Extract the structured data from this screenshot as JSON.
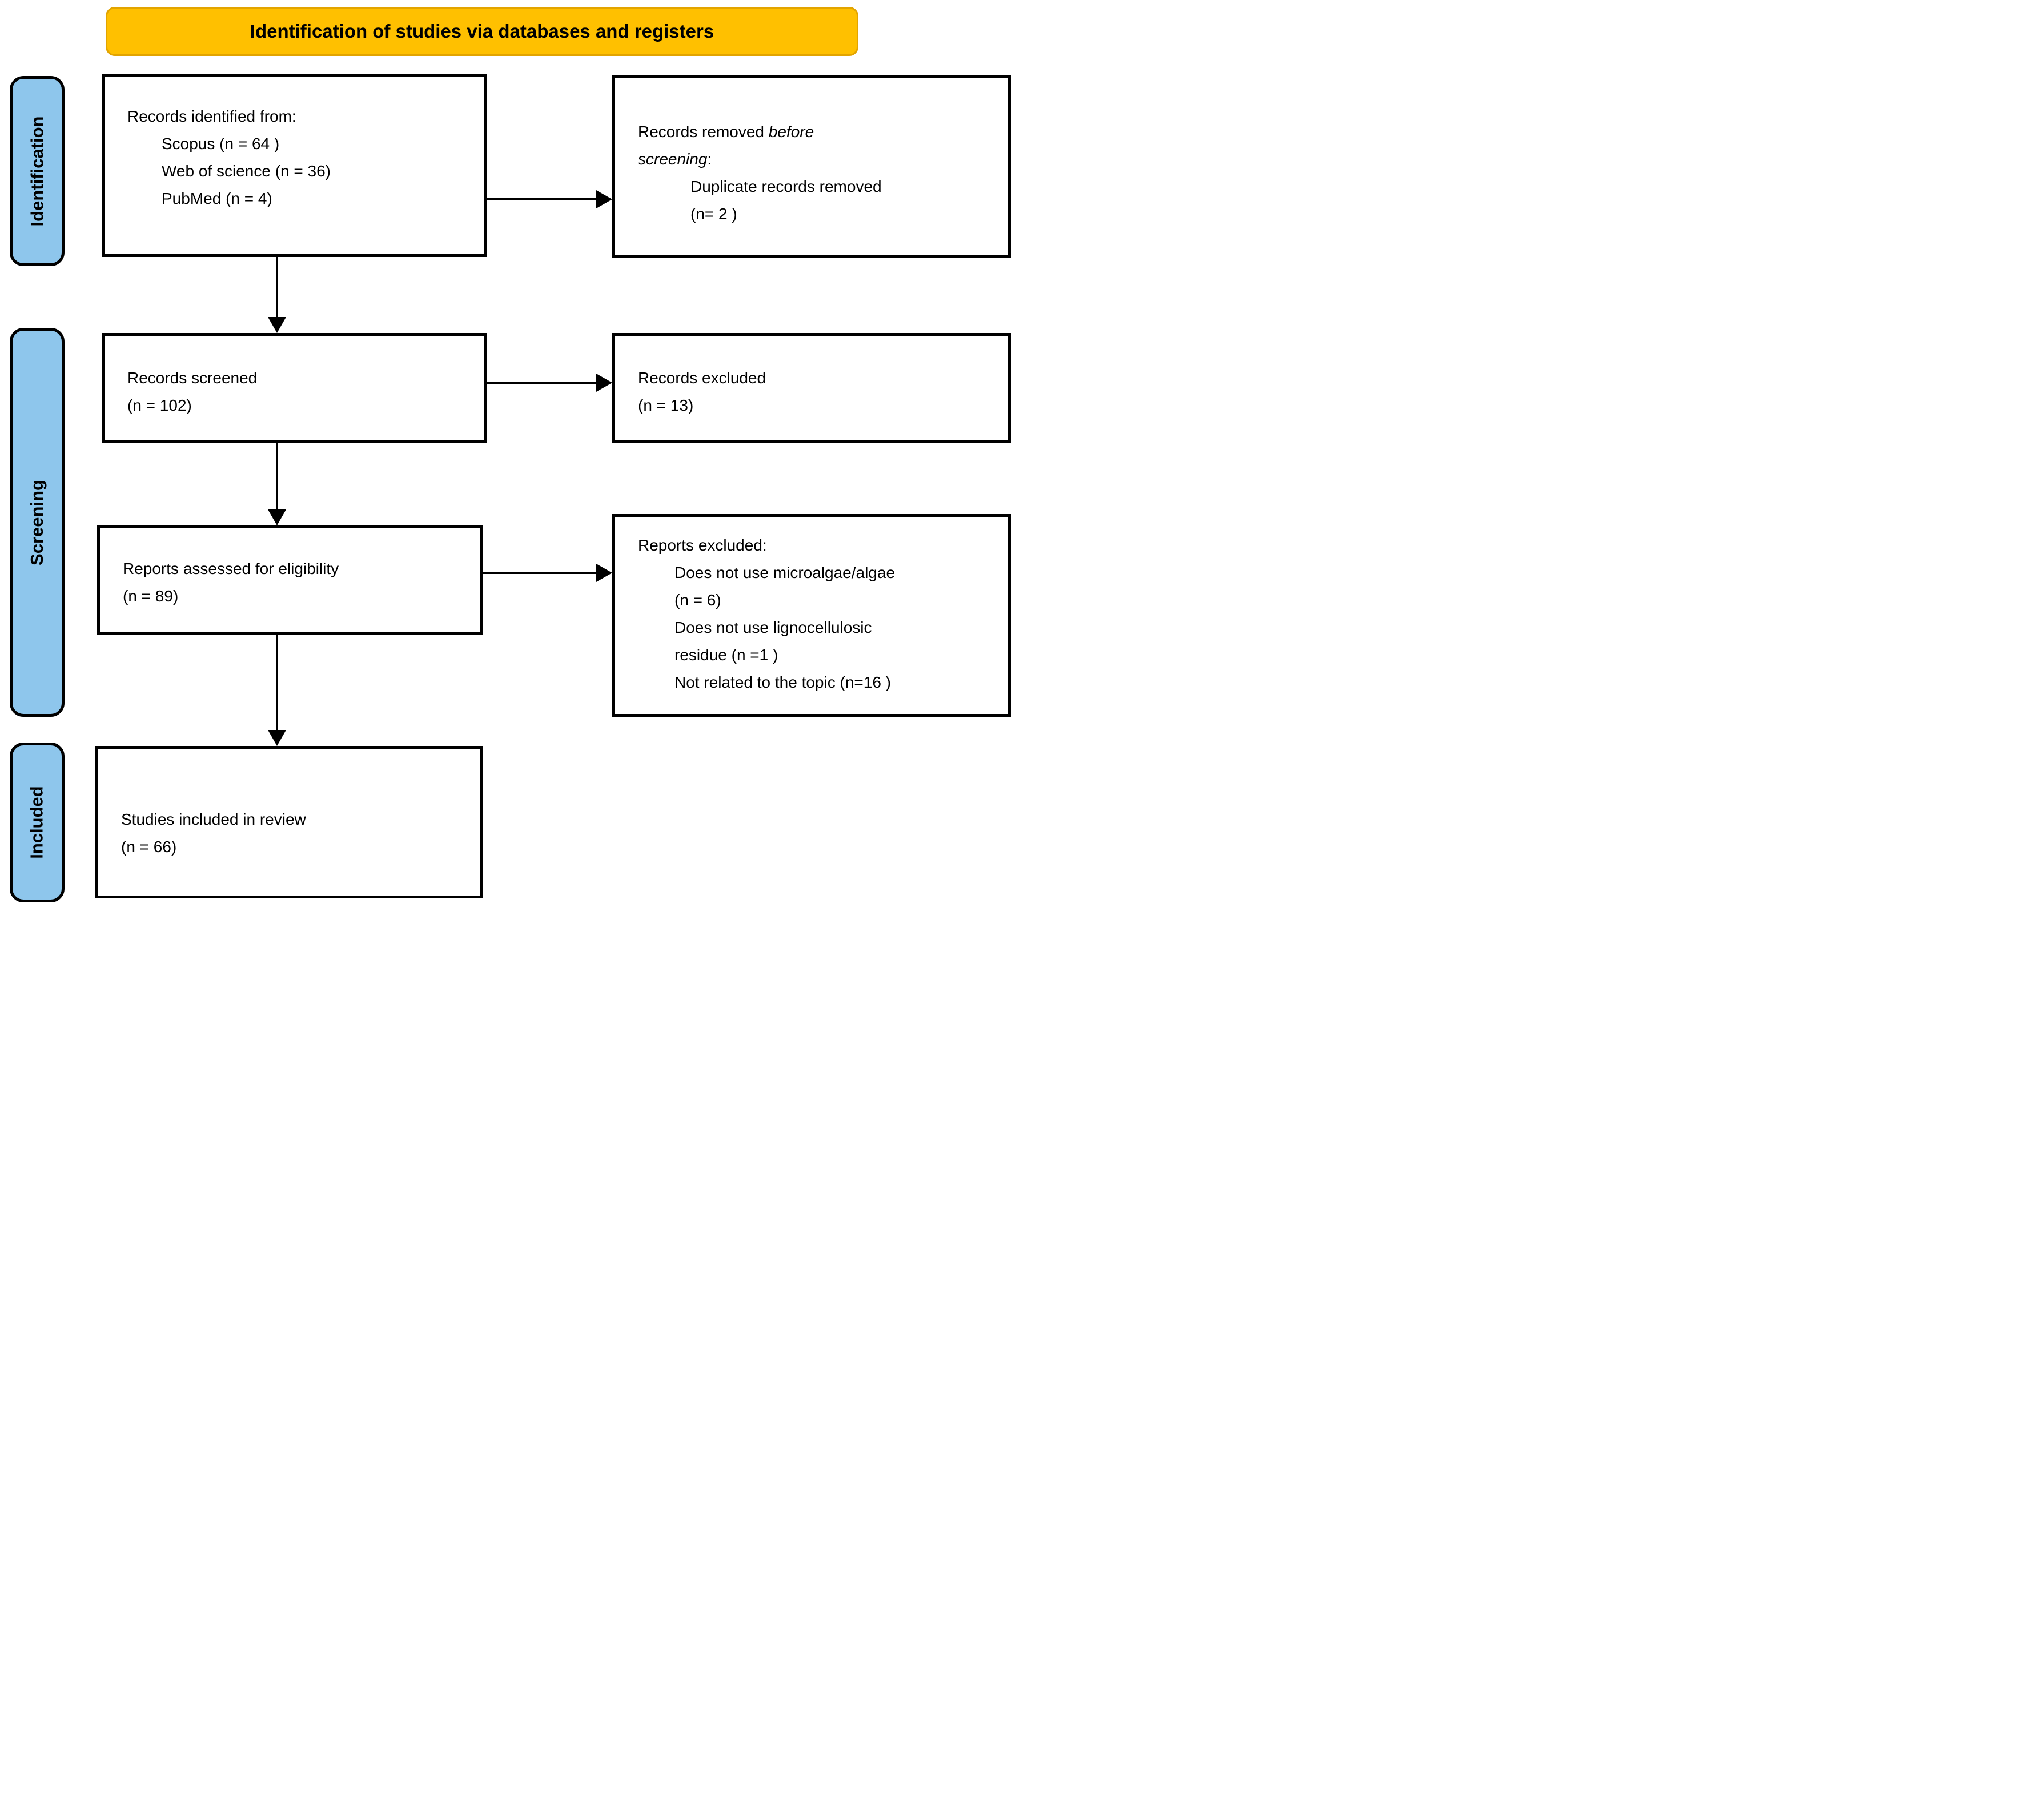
{
  "banner": {
    "title": "Identification of studies via databases and registers"
  },
  "colors": {
    "banner_bg": "#FFC000",
    "stage_bg": "#8EC6EC",
    "box_border": "#000000",
    "arrow": "#000000",
    "text": "#000000"
  },
  "stages": {
    "identification": "Identification",
    "screening": "Screening",
    "included": "Included"
  },
  "boxes": {
    "records_identified": {
      "title": "Records identified from:",
      "items": [
        "Scopus (n = 64 )",
        "Web of science (n = 36)",
        "PubMed (n = 4)"
      ]
    },
    "records_removed": {
      "line1_prefix": "Records removed ",
      "line1_italic": "before",
      "line2_italic": "screening",
      "line2_suffix": ":",
      "item_lines": [
        "Duplicate records removed",
        "(n= 2 )"
      ]
    },
    "records_screened": {
      "title": "Records screened",
      "count": "(n = 102)"
    },
    "records_excluded": {
      "title": "Records excluded",
      "count": "(n = 13)"
    },
    "reports_assessed": {
      "title": "Reports assessed for eligibility",
      "count": "(n = 89)"
    },
    "reports_excluded": {
      "title": "Reports excluded:",
      "item_lines": [
        "Does not use microalgae/algae",
        "(n = 6)",
        "Does not use lignocellulosic",
        "residue (n =1 )",
        "Not related to the topic (n=16 )"
      ]
    },
    "studies_included": {
      "title": "Studies included in review",
      "count": "(n = 66)"
    }
  }
}
